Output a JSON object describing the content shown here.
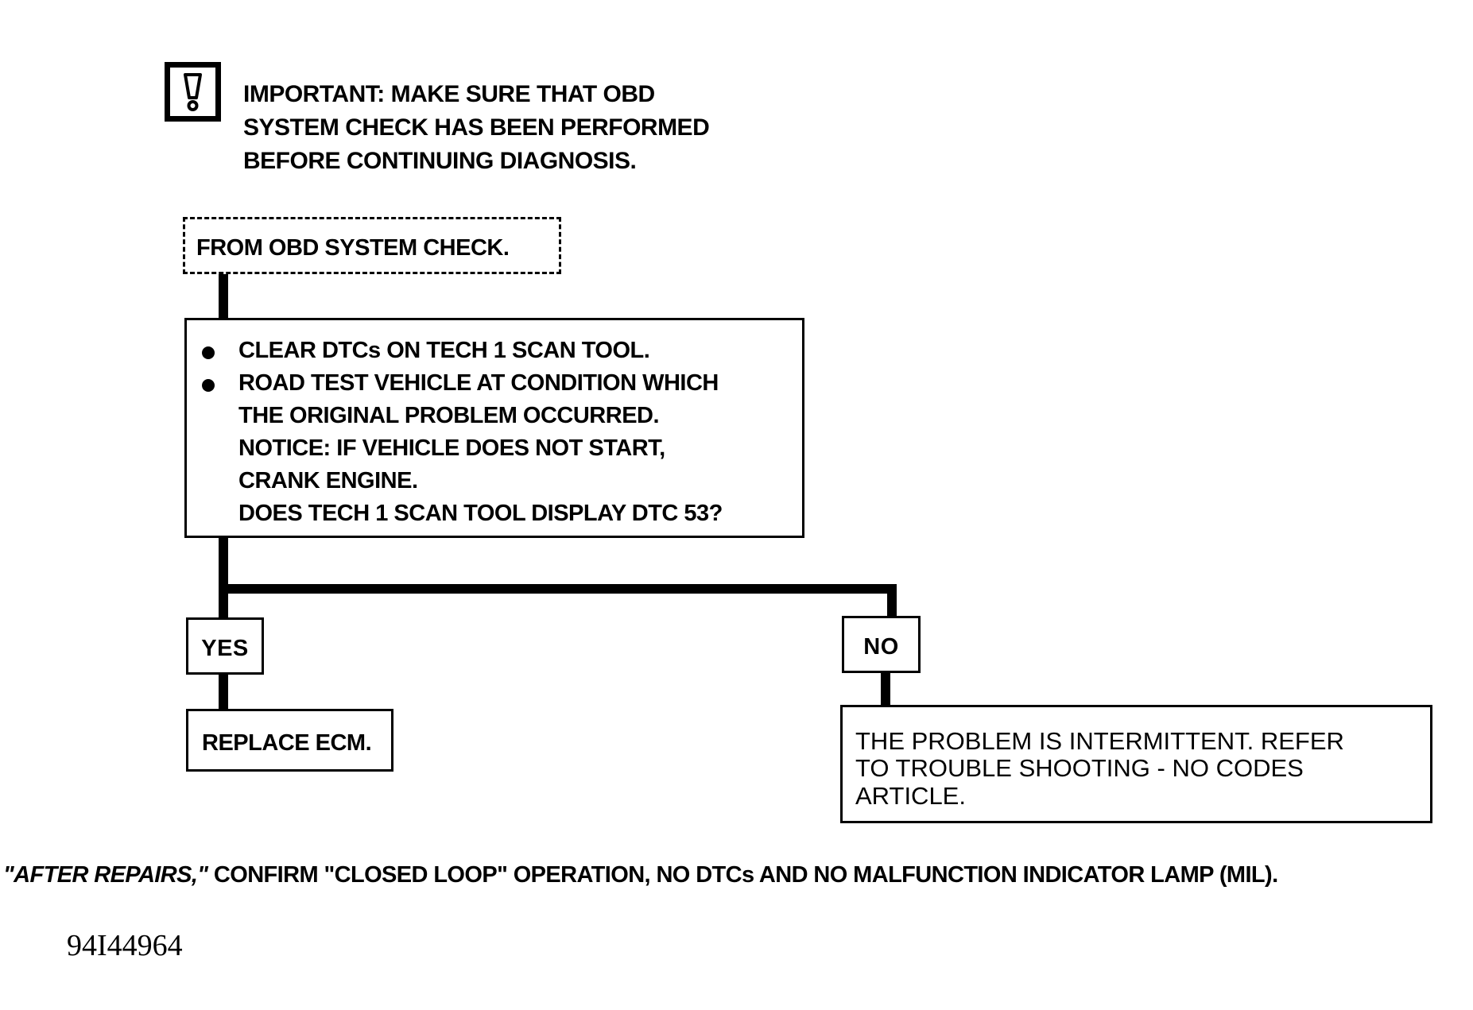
{
  "important": {
    "icon": "exclamation-icon",
    "lines": [
      "IMPORTANT:  MAKE SURE THAT OBD",
      "SYSTEM CHECK HAS BEEN PERFORMED",
      "BEFORE CONTINUING DIAGNOSIS."
    ]
  },
  "start": {
    "label": "FROM OBD SYSTEM CHECK."
  },
  "check_step": {
    "bullets": [
      "CLEAR DTCs ON TECH 1 SCAN TOOL.",
      "ROAD TEST VEHICLE AT CONDITION WHICH"
    ],
    "lines": [
      "THE ORIGINAL PROBLEM OCCURRED.",
      "NOTICE: IF VEHICLE DOES NOT START,",
      "CRANK ENGINE.",
      "DOES TECH 1 SCAN TOOL DISPLAY DTC 53?"
    ]
  },
  "branches": {
    "yes_label": "YES",
    "no_label": "NO"
  },
  "yes_result": {
    "text": "REPLACE ECM."
  },
  "no_result": {
    "lines": [
      "THE PROBLEM IS INTERMITTENT. REFER",
      "TO TROUBLE SHOOTING  -  NO CODES",
      "ARTICLE."
    ]
  },
  "footer": {
    "emphasis": "\"AFTER REPAIRS,\"",
    "text": " CONFIRM \"CLOSED LOOP\" OPERATION, NO DTCs AND NO MALFUNCTION INDICATOR LAMP (MIL)."
  },
  "figure_id": "94I44964"
}
